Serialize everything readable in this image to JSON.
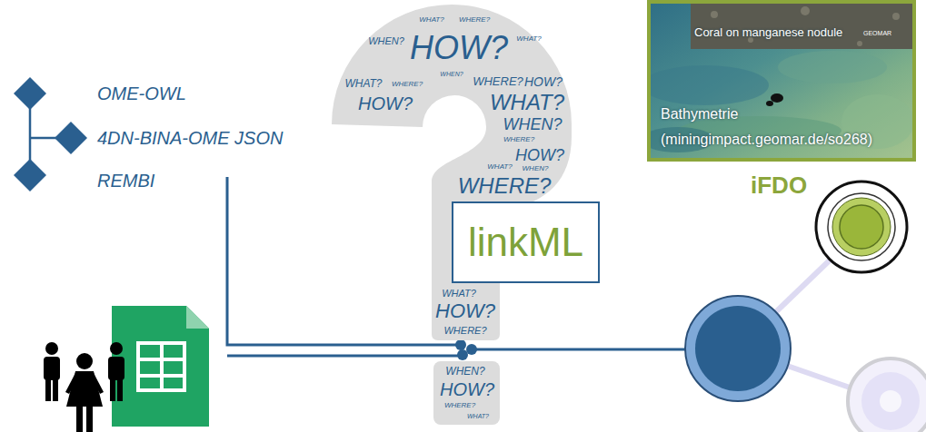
{
  "diagram": {
    "nodes": [
      {
        "text": [
          "WHAT?",
          "WHERE?",
          "WHEN?",
          "HOW?",
          "WHAT?",
          "WHEN?",
          "WHAT?",
          "WHERE?",
          "WHERE?",
          "HOW?",
          "HOW?",
          "WHAT?",
          "WHEN?",
          "WHERE?",
          "HOW?",
          "WHAT?",
          "WHEN?",
          "WHERE?",
          "WHAT?",
          "HOW?",
          "WHERE?",
          "WHEN?",
          "HOW?",
          "WHERE?",
          "WHAT?"
        ]
      },
      {
        "text": [
          "linkML"
        ],
        "in": 0
      },
      {
        "text": [
          "Coral on manganese nodule",
          "Bathymetrie (miningimpact.geomar.de/so268)"
        ]
      },
      {
        "text": [
          "iFDO"
        ]
      }
    ],
    "labels": [
      "OME-OWL",
      "4DN-BINA-OME JSON",
      "REMBI",
      "GEOMAR"
    ]
  }
}
